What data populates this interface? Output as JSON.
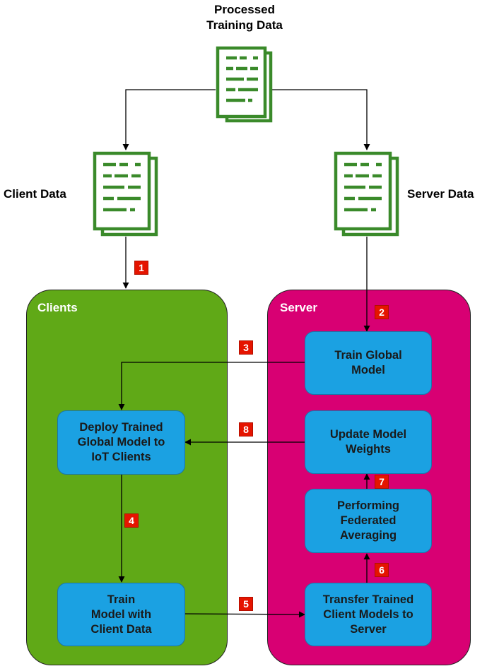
{
  "documents": {
    "processed": "Processed\nTraining Data",
    "client": "Client Data",
    "server": "Server Data"
  },
  "containers": {
    "clients": "Clients",
    "server": "Server"
  },
  "boxes": {
    "train_global": "Train Global\nModel",
    "deploy": "Deploy Trained\nGlobal Model to\nIoT Clients",
    "update_weights": "Update Model\nWeights",
    "fed_avg": "Performing\nFederated\nAveraging",
    "train_client": "Train\nModel with\nClient Data",
    "transfer": "Transfer Trained\nClient Models to\nServer"
  },
  "steps": [
    "1",
    "2",
    "3",
    "4",
    "5",
    "6",
    "7",
    "8"
  ],
  "colors": {
    "clients_bg": "#60a917",
    "server_bg": "#d80073",
    "box_bg": "#1ba1e2",
    "badge_bg": "#e51400",
    "doc_green": "#3a8a2a"
  }
}
